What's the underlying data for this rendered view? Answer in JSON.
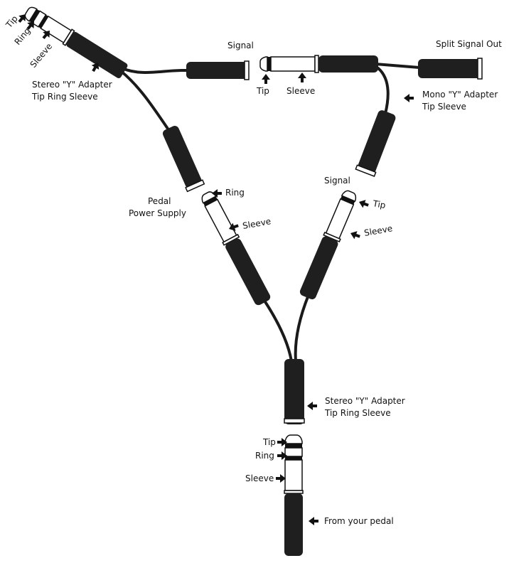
{
  "labels": {
    "top_left_tip": "Tip",
    "top_left_ring": "Ring",
    "top_left_sleeve": "Sleeve",
    "top_left_adapter_line1": "Stereo \"Y\" Adapter",
    "top_left_adapter_line2": "Tip Ring Sleeve",
    "top_signal": "Signal",
    "mono_tip": "Tip",
    "mono_sleeve": "Sleeve",
    "split_signal_out": "Split Signal Out",
    "mono_adapter_line1": "Mono \"Y\" Adapter",
    "mono_adapter_line2": "Tip Sleeve",
    "right_signal": "Signal",
    "pedal_power_line1": "Pedal",
    "pedal_power_line2": "Power Supply",
    "mid_left_ring": "Ring",
    "mid_left_sleeve": "Sleeve",
    "mid_right_tip": "Tip",
    "mid_right_sleeve": "Sleeve",
    "bottom_adapter_line1": "Stereo \"Y\" Adapter",
    "bottom_adapter_line2": "Tip Ring Sleeve",
    "bottom_tip": "Tip",
    "bottom_ring": "Ring",
    "bottom_sleeve": "Sleeve",
    "from_pedal": "From your pedal"
  }
}
